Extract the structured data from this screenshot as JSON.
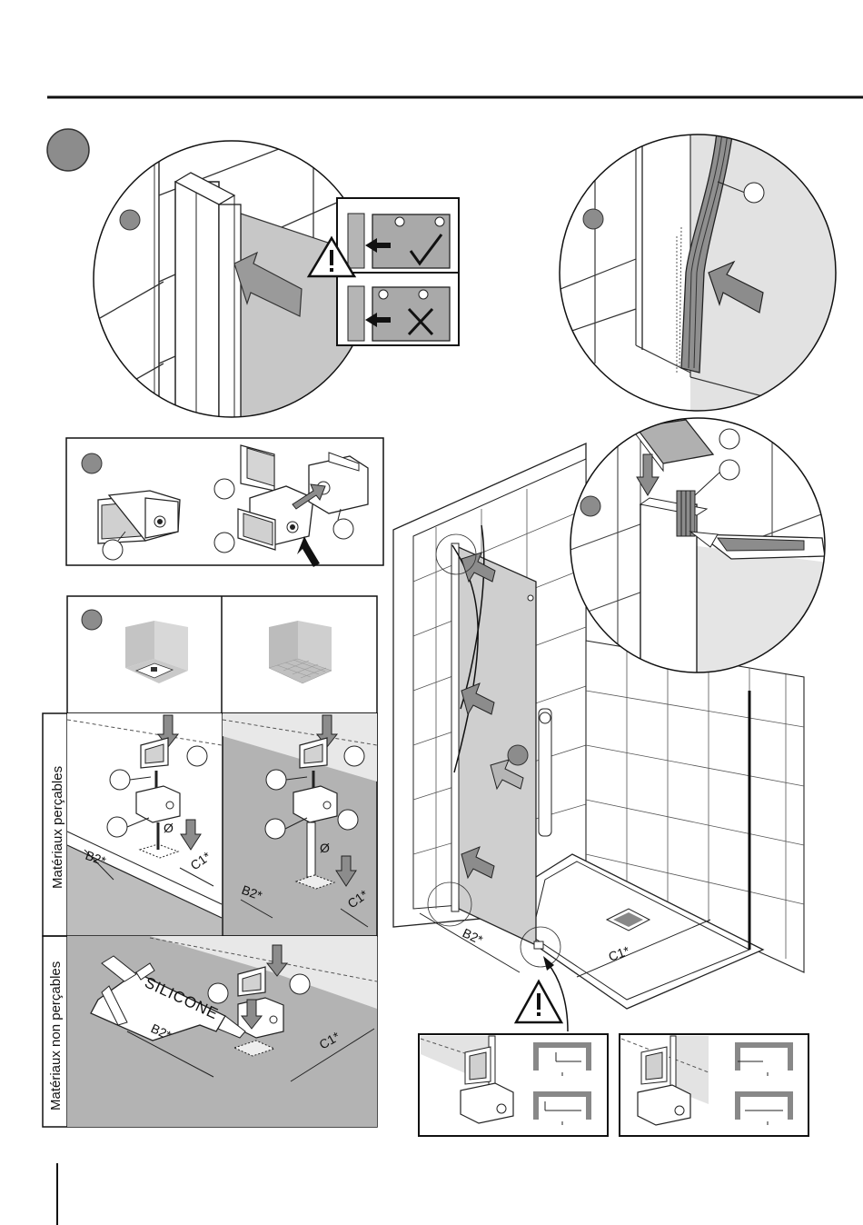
{
  "panels": {
    "side_label_top": "Matériaux perçables",
    "side_label_bottom": "Matériaux non perçables",
    "silicone_text": "SILICONE"
  },
  "dimensions": {
    "b2": "B2*",
    "c1": "C1*",
    "diameter": "Ø"
  },
  "colors": {
    "gray_fill": "#bdbdbd",
    "dark_gray": "#8c8c8c",
    "outline": "#111111"
  }
}
